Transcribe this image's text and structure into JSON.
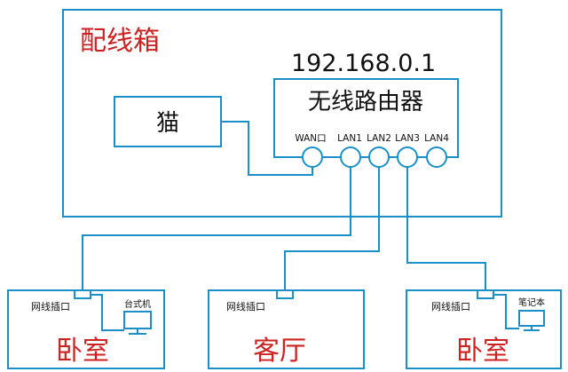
{
  "cabinet": {
    "title": "配线箱"
  },
  "ip_address": "192.168.0.1",
  "modem": {
    "label": "猫"
  },
  "router": {
    "label": "无线路由器",
    "ports": [
      "WAN口",
      "LAN1",
      "LAN2",
      "LAN3",
      "LAN4"
    ]
  },
  "rooms": [
    {
      "name": "卧室",
      "socket_label": "网线插口",
      "device_label": "台式机"
    },
    {
      "name": "客厅",
      "socket_label": "网线插口"
    },
    {
      "name": "卧室",
      "socket_label": "网线插口",
      "device_label": "笔记本"
    }
  ],
  "colors": {
    "lines": "#1a8fc8",
    "room_text": "#cc2222",
    "text": "#111111",
    "background": "#ffffff"
  }
}
